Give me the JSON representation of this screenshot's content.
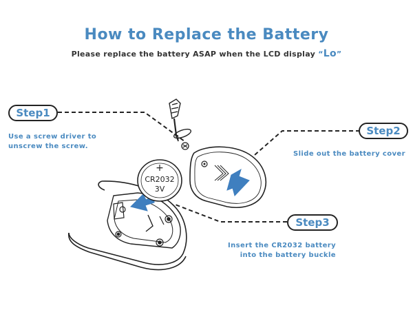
{
  "title": "How to Replace the Battery",
  "subtitle": {
    "prefix": "Please replace the battery ASAP when the LCD display ",
    "open_quote": "“",
    "code": "Lo",
    "close_quote": "”"
  },
  "colors": {
    "accent": "#4a8ac0",
    "text": "#222222",
    "arrow": "#3f7fbf"
  },
  "steps": [
    {
      "label": "Step1",
      "text_lines": [
        "Use a screw driver to",
        "unscrew the screw."
      ]
    },
    {
      "label": "Step2",
      "text_lines": [
        "Slide out the battery cover"
      ]
    },
    {
      "label": "Step3",
      "text_lines": [
        "Insert the CR2032 battery",
        "into the battery buckle"
      ]
    }
  ],
  "battery": {
    "polarity": "+",
    "model": "CR2032",
    "voltage": "3V"
  },
  "icons": [
    "screwdriver-icon",
    "screw-icon",
    "battery-cover",
    "battery-coin",
    "remote-body",
    "slide-arrow-icon",
    "insert-arrow-icon"
  ]
}
